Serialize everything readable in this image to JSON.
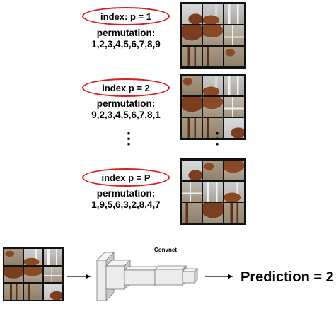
{
  "permutations": [
    {
      "index_label": "index: p = 1",
      "perm_title": "permutation:",
      "perm_seq": "1,2,3,4,5,6,7,8,9"
    },
    {
      "index_label": "index p = 2",
      "perm_title": "permutation:",
      "perm_seq": "9,2,3,4,5,6,7,8,1"
    },
    {
      "index_label": "index p = P",
      "perm_title": "permutation:",
      "perm_seq": "1,9,5,6,3,2,8,4,7"
    }
  ],
  "ellipsis": "⋮",
  "convnet": {
    "title": "Convnet"
  },
  "prediction": "Prediction = 2",
  "colors": {
    "ellipse": "#d82020",
    "grid_line": "#111111",
    "sky": "#cfd5da",
    "wall": "#b9b4aa",
    "horse": "#7a3f1e",
    "ground": "#a1917c",
    "box_face": "#ededed",
    "box_side": "#c9c9c9"
  }
}
